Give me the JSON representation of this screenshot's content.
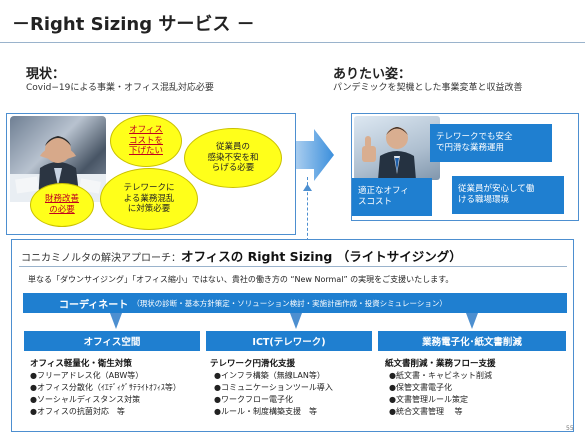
{
  "header": {
    "title": "－Right Sizing サービス －"
  },
  "current": {
    "heading": "現状：",
    "subheading": "Covid−19による事業・オフィス混乱対応必要",
    "bubbles": [
      "オフィス\nコストを\n下げたい",
      "従業員の\n感染不安を和\nらげる必要",
      "財務改善\nの必要",
      "テレワークに\nよる業務混乱\nに対策必要"
    ]
  },
  "goal": {
    "heading": "ありたい姿：",
    "subheading": "パンデミックを契機とした事業変革と収益改善",
    "boxes": [
      "テレワークでも安全\nで円滑な業務運用",
      "適正なオフィ\nスコスト",
      "従業員が安心して働\nける職場環境"
    ]
  },
  "approach": {
    "title_prefix": "コニカミノルタの解決アプローチ：",
    "title_main": "オフィスの Right Sizing （ライトサイジング）",
    "description": "単なる「ダウンサイジング」「オフィス縮小」ではない、貴社の働き方の “New Normal” の実現をご支援いたします。",
    "coordinate_label": "コーディネート",
    "coordinate_detail": "（現状の診断・基本方針策定・ソリューション検討・実施計画作成・投資シミュレーション）"
  },
  "columns": [
    {
      "header": "オフィス空間",
      "title": "オフィス軽量化・衛生対策",
      "items": [
        "●フリーアドレス化（ABW等）",
        "●オフィス分散化（ｲｴﾃﾞｨｸﾞｻﾃﾗｲﾄｵﾌｨｽ等）",
        "●ソーシャルディスタンス対策",
        "●オフィスの抗菌対応　等"
      ]
    },
    {
      "header": "ICT(テレワーク)",
      "title": "テレワーク円滑化支援",
      "items": [
        "●インフラ構築（無線LAN等）",
        "●コミュニケーションツール導入",
        "●ワークフロー電子化",
        "●ルール・制度構築支援　等"
      ]
    },
    {
      "header": "業務電子化･紙文書削減",
      "title": "紙文書削減・業務フロー支援",
      "items": [
        "●紙文書・キャビネット削減",
        "●保管文書電子化",
        "●文書管理ルール策定",
        "●統合文書管理　 等"
      ]
    }
  ],
  "page_number": "55",
  "colors": {
    "accent": "#1f7fd0",
    "bubble": "#ffff1a",
    "alert_text": "#c00020",
    "frame": "#4d8fd0"
  }
}
